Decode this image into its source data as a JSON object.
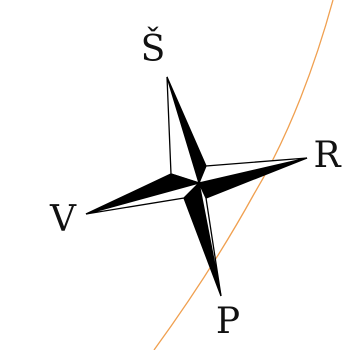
{
  "figure": {
    "labels": {
      "north": "Š",
      "east": "R",
      "south": "P",
      "west": "V"
    },
    "colors": {
      "background": "#ffffff",
      "star_dark": "#000000",
      "star_light": "#ffffff",
      "outline": "#000000",
      "curve": "#f0a050",
      "label": "#111111"
    }
  }
}
